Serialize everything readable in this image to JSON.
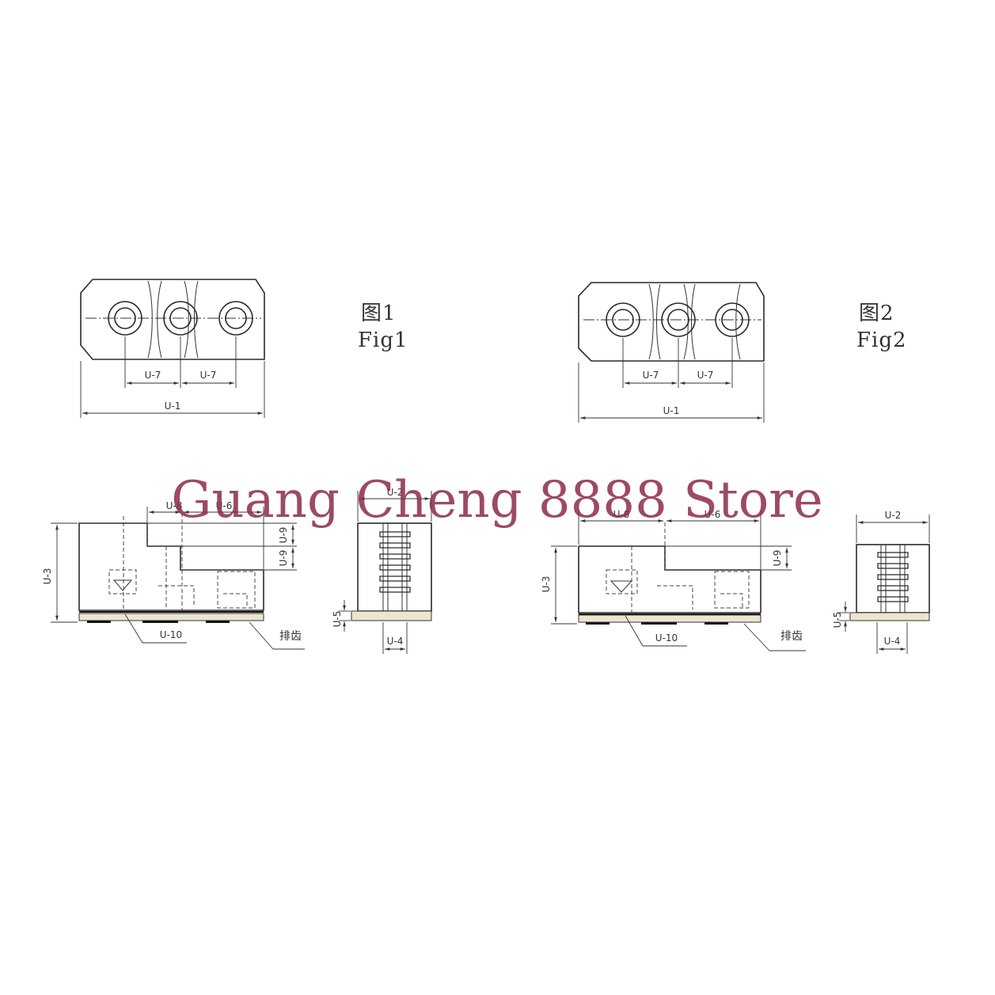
{
  "watermark": "Guang Cheng 8888 Store",
  "figures": [
    {
      "label_cn": "图1",
      "label_en": "Fig1"
    },
    {
      "label_cn": "图2",
      "label_en": "Fig2"
    }
  ],
  "dimensions": {
    "u1": "U-1",
    "u2": "U-2",
    "u3": "U-3",
    "u4": "U-4",
    "u5": "U-5",
    "u6": "U-6",
    "u7": "U-7",
    "u8": "U-8",
    "u9": "U-9",
    "u10": "U-10"
  },
  "serrations_label": "排齿",
  "colors": {
    "part_fill": "#fbf7e8",
    "line": "#2a2a2a",
    "watermark": "#8b2a4a"
  }
}
